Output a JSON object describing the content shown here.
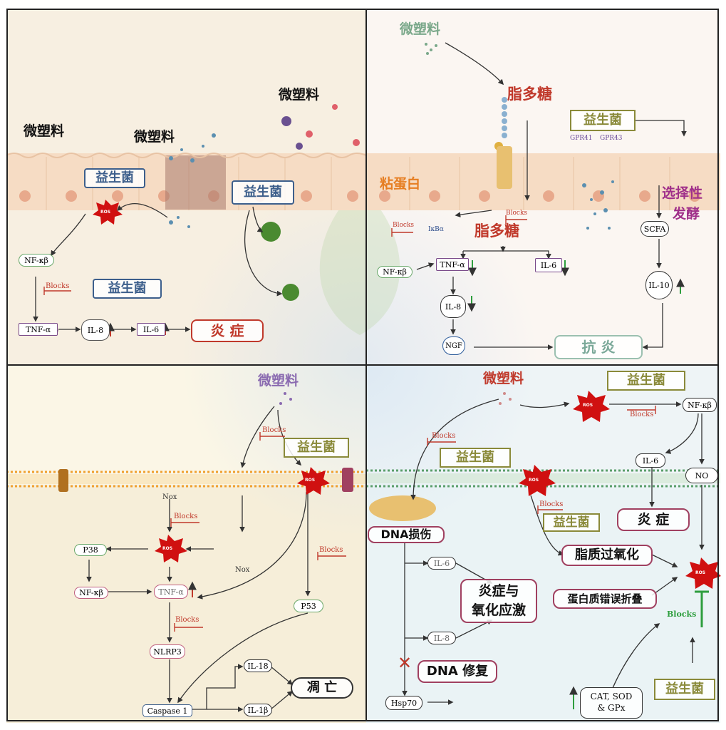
{
  "panel1": {
    "micro_1": "微塑料",
    "micro_2": "微塑料",
    "micro_3": "微塑料",
    "probiotic_1": "益生菌",
    "probiotic_2": "益生菌",
    "probiotic_3": "益生菌",
    "ros": "ROS",
    "nfkb": "NF-κβ",
    "blocks": "Blocks",
    "tnf": "TNF-α",
    "il8": "IL-8",
    "il6": "IL-6",
    "inflammation": "炎 症"
  },
  "panel2": {
    "micro": "微塑料",
    "lps_1": "脂多糖",
    "lps_2": "脂多糖",
    "probiotic": "益生菌",
    "mucin": "粘蛋白",
    "gpr41": "GPR41",
    "gpr43": "GPR43",
    "selective_1": "选择性",
    "selective_2": "发酵",
    "blocks_1": "Blocks",
    "blocks_2": "Blocks",
    "ikba": "IκBα",
    "scfa": "SCFA",
    "nfkb": "NF-κβ",
    "tnf": "TNF-α",
    "il6": "IL-6",
    "il10": "IL-10",
    "il8": "IL-8",
    "ngf": "NGF",
    "anti_inflammation": "抗 炎"
  },
  "panel3": {
    "micro": "微塑料",
    "blocks_1": "Blocks",
    "probiotic": "益生菌",
    "ros_1": "ROS",
    "nox_1": "Nox",
    "blocks_2": "Blocks",
    "p38": "P38",
    "ros_2": "ROS",
    "blocks_3": "Blocks",
    "nox_2": "Nox",
    "nfkb": "NF-κβ",
    "tnf": "TNF-α",
    "p53": "P53",
    "blocks_4": "Blocks",
    "nlrp3": "NLRP3",
    "il18": "IL-18",
    "il1b": "IL-1β",
    "apoptosis": "凋 亡",
    "caspase": "Caspase 1"
  },
  "panel4": {
    "micro": "微塑料",
    "probiotic_1": "益生菌",
    "ros_1": "ROS",
    "blocks_1": "Blocks",
    "nfkb": "NF-κβ",
    "blocks_2": "Blocks",
    "probiotic_2": "益生菌",
    "il6_a": "IL-6",
    "ros_2": "ROS",
    "no": "NO",
    "blocks_3": "Blocks",
    "probiotic_3": "益生菌",
    "inflammation": "炎 症",
    "dna_damage": "DNA损伤",
    "lipid": "脂质过氧化",
    "ros_3": "ROS",
    "il6_b": "IL-6",
    "stress_1": "炎症与",
    "stress_2": "氧化应激",
    "misfold": "蛋白质错误折叠",
    "blocks_4": "Blocks",
    "il8": "IL-8",
    "dna_repair": "DNA 修复",
    "hsp70": "Hsp70",
    "cat": "CAT, SOD",
    "gpx": "& GPx",
    "probiotic_4": "益生菌"
  },
  "colors": {
    "red": "#c0392b",
    "blue_box": "#3d5f8c",
    "olive": "#8a8a3a",
    "purple": "#7a4a8a",
    "green": "#2e9e3e",
    "cell": "#f6dcc4",
    "nucleus": "#e8a98c"
  }
}
